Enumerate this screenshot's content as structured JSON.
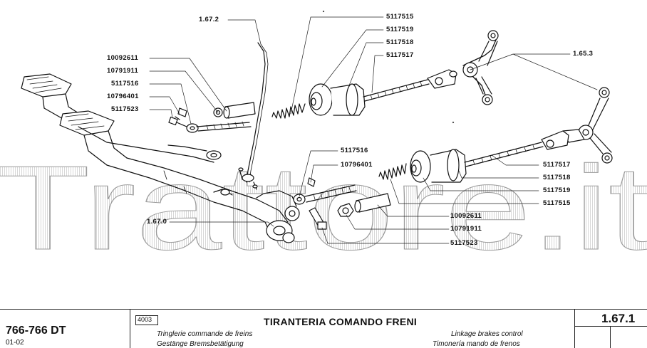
{
  "watermark": "Trattore.it",
  "callouts": [
    {
      "id": "c1",
      "text": "1.67.2"
    },
    {
      "id": "c2",
      "text": "5117515"
    },
    {
      "id": "c3",
      "text": "5117519"
    },
    {
      "id": "c4",
      "text": "5117518"
    },
    {
      "id": "c5",
      "text": "5117517"
    },
    {
      "id": "c6",
      "text": "1.65.3"
    },
    {
      "id": "c7",
      "text": "10092611"
    },
    {
      "id": "c8",
      "text": "10791911"
    },
    {
      "id": "c9",
      "text": "5117516"
    },
    {
      "id": "c10",
      "text": "10796401"
    },
    {
      "id": "c11",
      "text": "5117523"
    },
    {
      "id": "c12",
      "text": "5117516"
    },
    {
      "id": "c13",
      "text": "10796401"
    },
    {
      "id": "c14",
      "text": "5117517"
    },
    {
      "id": "c15",
      "text": "5117518"
    },
    {
      "id": "c16",
      "text": "5117519"
    },
    {
      "id": "c17",
      "text": "5117515"
    },
    {
      "id": "c18",
      "text": "1.67.0"
    },
    {
      "id": "c19",
      "text": "10092611"
    },
    {
      "id": "c20",
      "text": "10791911"
    },
    {
      "id": "c21",
      "text": "5117523"
    }
  ],
  "footer": {
    "model": "766-766 DT",
    "code": "01-02",
    "section_no": "4003",
    "title": "TIRANTERIA COMANDO FRENI",
    "fr": "Tringlerie commande de freins",
    "de": "Gestänge Bremsbetätigung",
    "en": "Linkage brakes control",
    "es": "Timonería mando de frenos",
    "page_ref": "1.67.1"
  },
  "colors": {
    "ink": "#111111",
    "watermark_stroke": "#8a8a8a"
  }
}
